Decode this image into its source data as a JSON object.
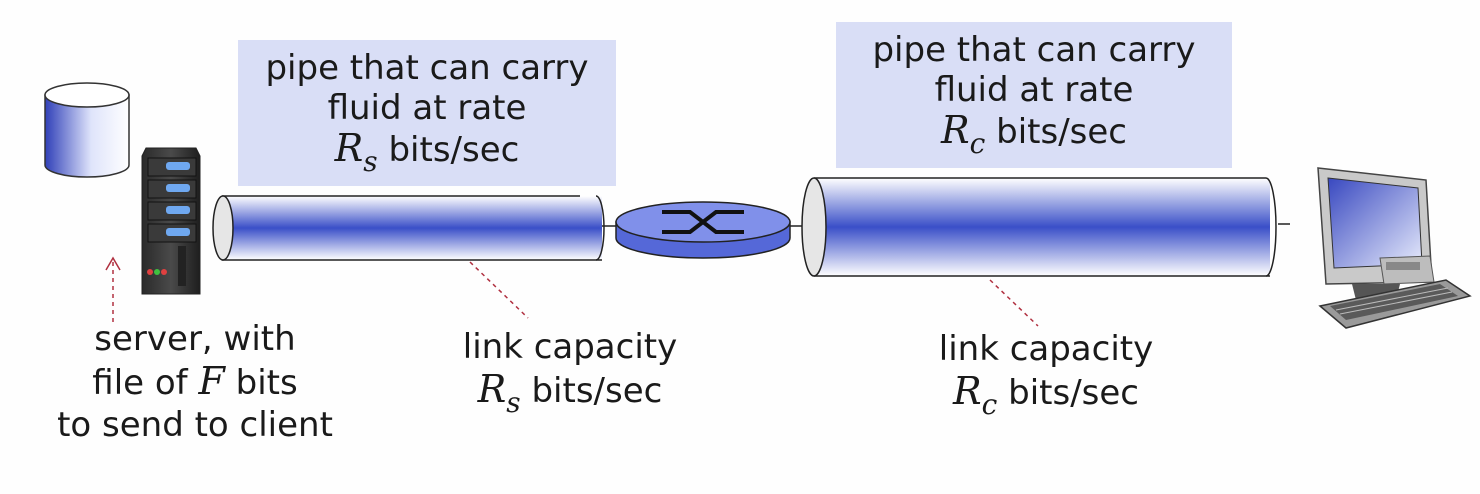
{
  "server": {
    "caption_line1": "server, with",
    "caption_line2_pre": "file of ",
    "caption_var": "F",
    "caption_line2_post": " bits",
    "caption_line3": "to send to client"
  },
  "pipe_s": {
    "label_line1": "pipe that can carry",
    "label_line2": "fluid at rate",
    "rate_var": "R",
    "rate_sub": "s",
    "rate_unit": " bits/sec",
    "capacity_label": "link capacity",
    "capacity_var": "R",
    "capacity_sub": "s",
    "capacity_unit": " bits/sec"
  },
  "pipe_c": {
    "label_line1": "pipe that can carry",
    "label_line2": "fluid at rate",
    "rate_var": "R",
    "rate_sub": "c",
    "rate_unit": " bits/sec",
    "capacity_label": "link capacity",
    "capacity_var": "R",
    "capacity_sub": "c",
    "capacity_unit": " bits/sec"
  },
  "colors": {
    "pipe_blue": "#3a4fc8",
    "router_blue": "#6f7fe0",
    "label_bg": "#d9def6",
    "leader": "#b03040"
  }
}
